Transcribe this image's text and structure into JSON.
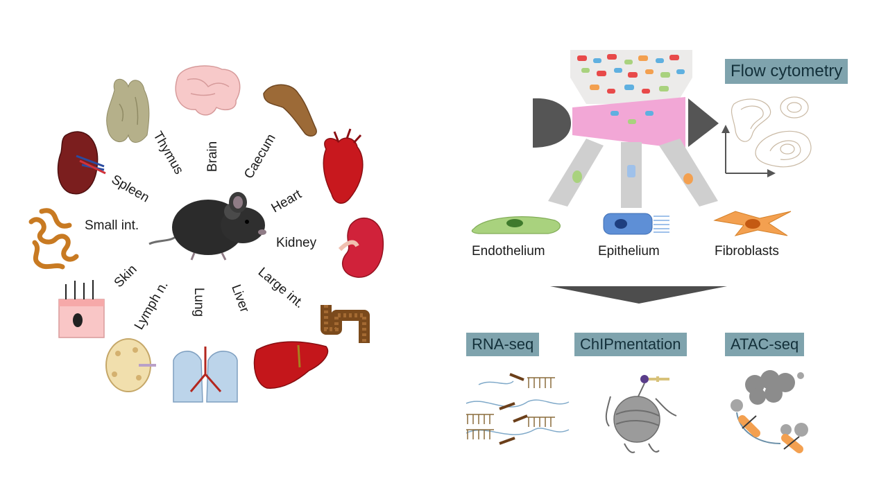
{
  "organs": {
    "thymus": "Thymus",
    "brain": "Brain",
    "caecum": "Caecum",
    "heart": "Heart",
    "kidney": "Kidney",
    "large_int": "Large int.",
    "liver": "Liver",
    "lung": "Lung",
    "lymph_n": "Lymph n.",
    "skin": "Skin",
    "small_int": "Small int.",
    "spleen": "Spleen"
  },
  "cells": {
    "endothelium": "Endothelium",
    "epithelium": "Epithelium",
    "fibroblasts": "Fibroblasts"
  },
  "assays": {
    "flow": "Flow cytometry",
    "rna": "RNA-seq",
    "chip": "ChIPmentation",
    "atac": "ATAC-seq"
  },
  "colors": {
    "tag_bg": "#7fa3ad",
    "funnel_pink": "#f2a7d6",
    "arrow_grey": "#555555",
    "endothelium_green": "#a9d27e",
    "epithelium_blue": "#5e8fd6",
    "fibroblast_orange": "#f3a050"
  }
}
